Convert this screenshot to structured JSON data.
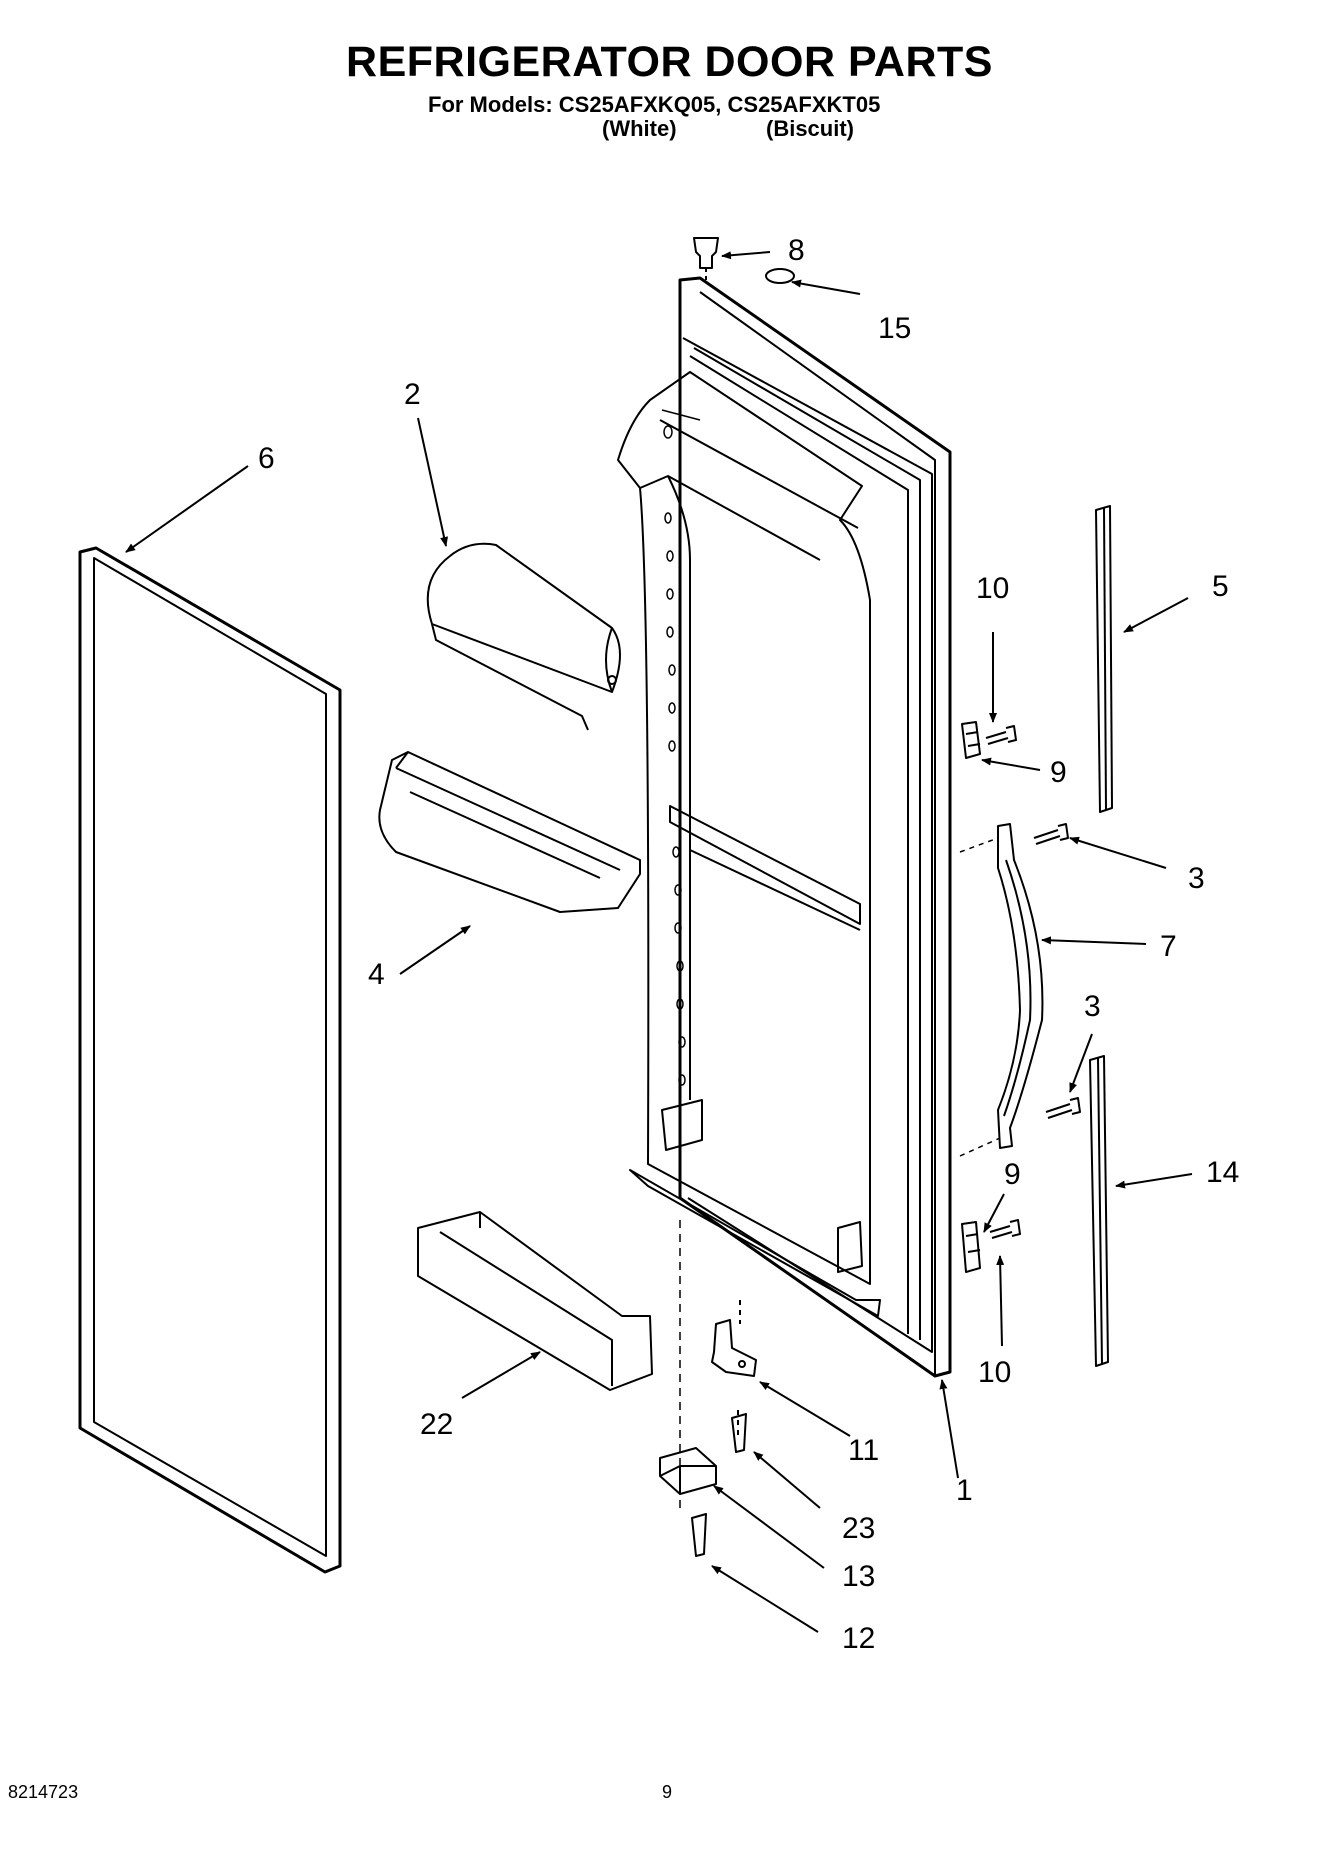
{
  "header": {
    "title": "REFRIGERATOR DOOR PARTS",
    "models_line": "For Models: CS25AFXKQ05, CS25AFXKT05",
    "color_white": "(White)",
    "color_biscuit": "(Biscuit)"
  },
  "callouts": {
    "c1": "1",
    "c2": "2",
    "c3a": "3",
    "c3b": "3",
    "c4": "4",
    "c5": "5",
    "c6": "6",
    "c7": "7",
    "c8": "8",
    "c9a": "9",
    "c9b": "9",
    "c10a": "10",
    "c10b": "10",
    "c11": "11",
    "c12": "12",
    "c13": "13",
    "c14": "14",
    "c15": "15",
    "c22": "22",
    "c23": "23"
  },
  "footer": {
    "doc_number": "8214723",
    "page_number": "9"
  }
}
